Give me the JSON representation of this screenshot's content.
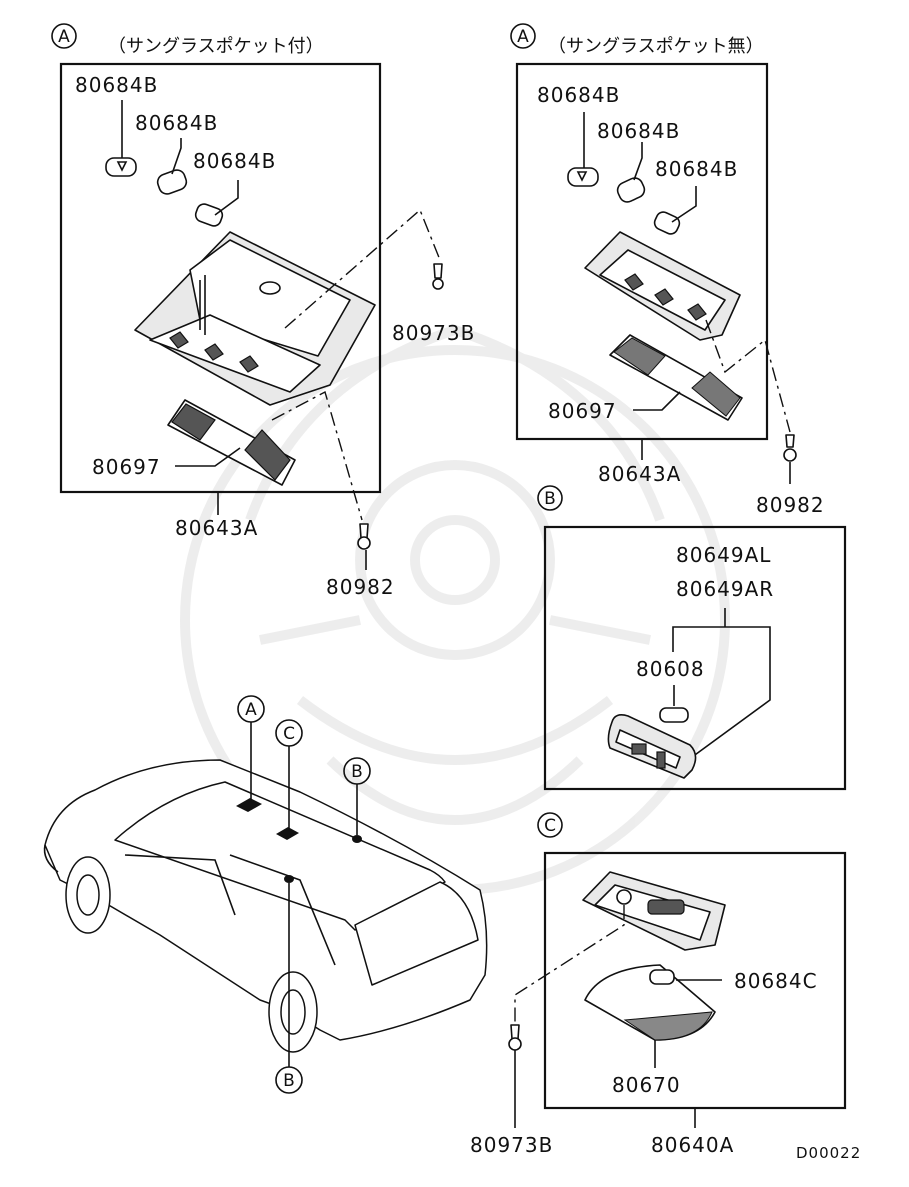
{
  "panels": {
    "a_with_pocket": {
      "marker": "A",
      "title": "（サングラスポケット付）",
      "bulb_1": "80684B",
      "bulb_2": "80684B",
      "bulb_3": "80684B",
      "screw": "80973B",
      "lens": "80697",
      "assembly": "80643A",
      "screw_2": "80982"
    },
    "a_without_pocket": {
      "marker": "A",
      "title": "（サングラスポケット無）",
      "bulb_1": "80684B",
      "bulb_2": "80684B",
      "bulb_3": "80684B",
      "lens": "80697",
      "assembly": "80643A",
      "screw": "80982"
    },
    "b": {
      "marker": "B",
      "lamp_l": "80649AL",
      "lamp_r": "80649AR",
      "bulb": "80608"
    },
    "c": {
      "marker": "C",
      "bulb": "80684C",
      "lens": "80670",
      "screw": "80973B",
      "assembly": "80640A"
    }
  },
  "vehicle": {
    "marker_a": "A",
    "marker_c": "C",
    "marker_b_rear": "B",
    "marker_b_side": "B"
  },
  "diagram_code": "D00022"
}
